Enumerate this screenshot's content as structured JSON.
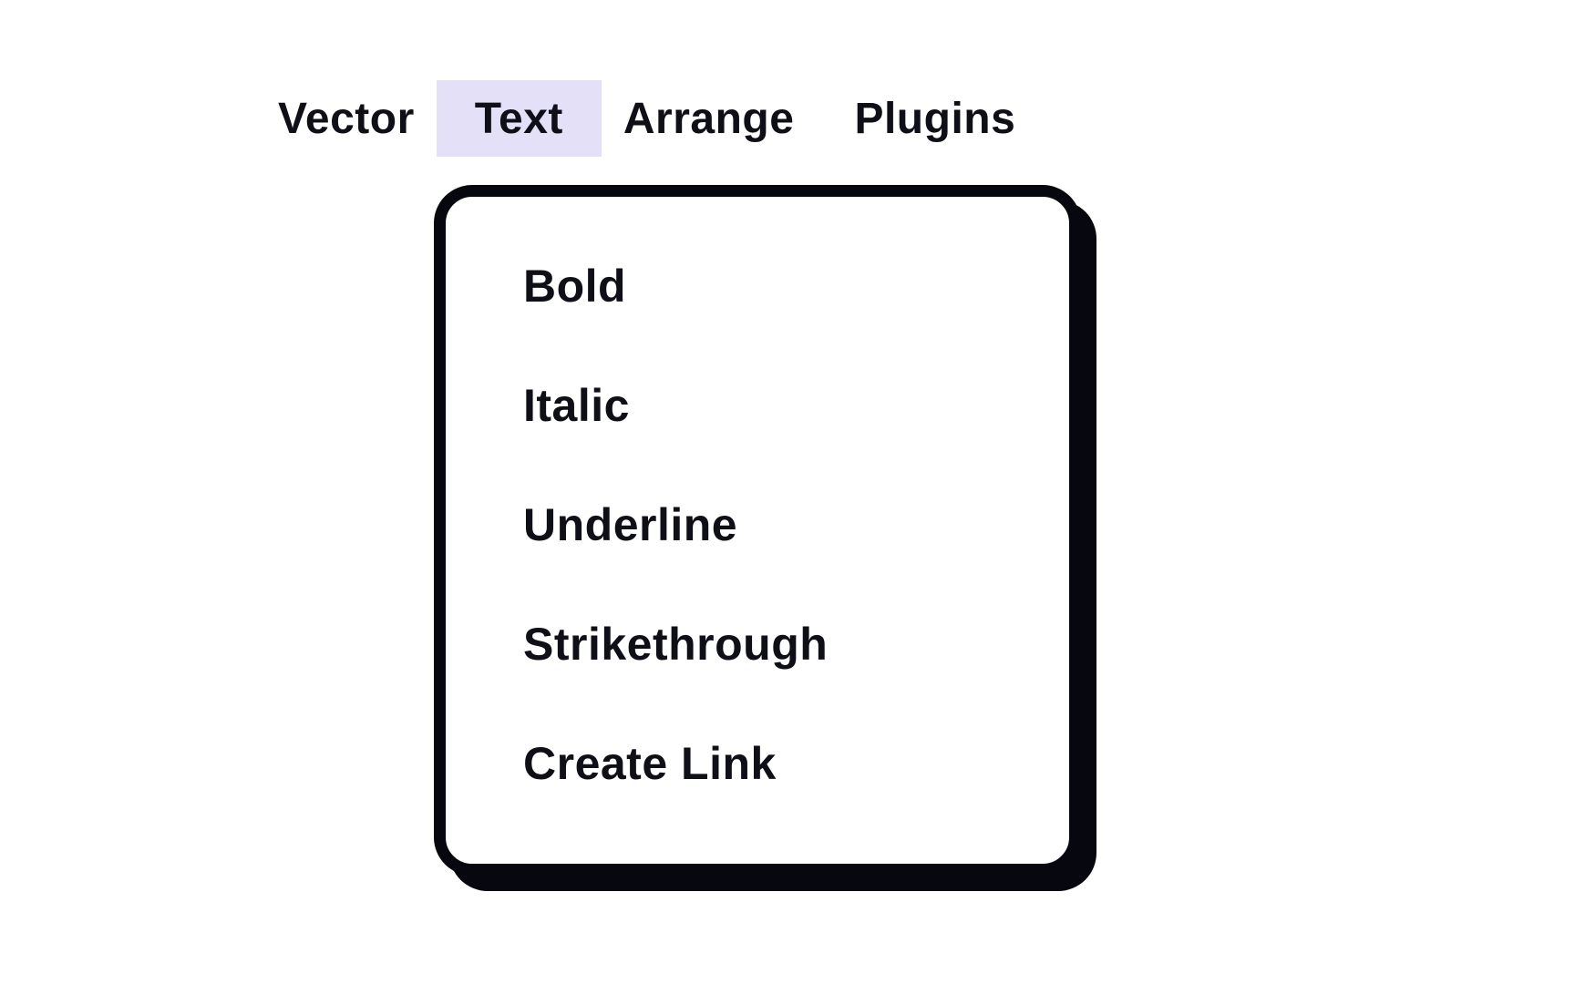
{
  "menubar": {
    "items": [
      {
        "label": "Vector",
        "active": false
      },
      {
        "label": "Text",
        "active": true
      },
      {
        "label": "Arrange",
        "active": false
      },
      {
        "label": "Plugins",
        "active": false
      }
    ]
  },
  "dropdown": {
    "items": [
      {
        "label": "Bold"
      },
      {
        "label": "Italic"
      },
      {
        "label": "Underline"
      },
      {
        "label": "Strikethrough"
      },
      {
        "label": "Create Link"
      }
    ]
  },
  "colors": {
    "background": "#ffffff",
    "ink": "#0f0f17",
    "active_menu_highlight": "#e3e0f8",
    "panel_border": "#07070f",
    "panel_shadow": "#07070f"
  }
}
